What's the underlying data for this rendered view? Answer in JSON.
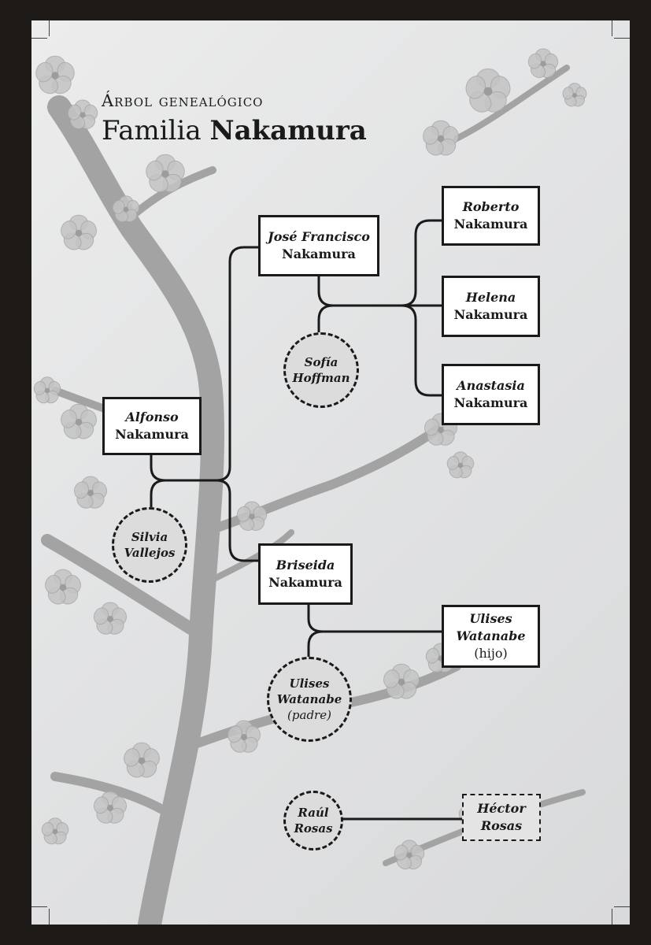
{
  "title": {
    "kicker": "Árbol genealógico",
    "family_prefix": "Familia",
    "family_name": "Nakamura"
  },
  "people": {
    "alfonso": {
      "given": "Alfonso",
      "surname": "Nakamura"
    },
    "silvia": {
      "given": "Silvia",
      "surname": "Vallejos"
    },
    "jose": {
      "given": "José Francisco",
      "surname": "Nakamura"
    },
    "sofia": {
      "given": "Sofía",
      "surname": "Hoffman"
    },
    "roberto": {
      "given": "Roberto",
      "surname": "Nakamura"
    },
    "helena": {
      "given": "Helena",
      "surname": "Nakamura"
    },
    "anastasia": {
      "given": "Anastasia",
      "surname": "Nakamura"
    },
    "briseida": {
      "given": "Briseida",
      "surname": "Nakamura"
    },
    "ulises_padre": {
      "given": "Ulises",
      "surname": "Watanabe",
      "note": "(padre)"
    },
    "ulises_hijo": {
      "given": "Ulises",
      "surname": "Watanabe",
      "note": "(hijo)"
    },
    "raul": {
      "given": "Raúl",
      "surname": "Rosas"
    },
    "hector": {
      "given": "Héctor",
      "surname": "Rosas"
    }
  },
  "colors": {
    "page": "#e4e5e6",
    "branch": "#9a9a9a",
    "blossom": "#bdbdbd",
    "line": "#1a1a1a"
  }
}
